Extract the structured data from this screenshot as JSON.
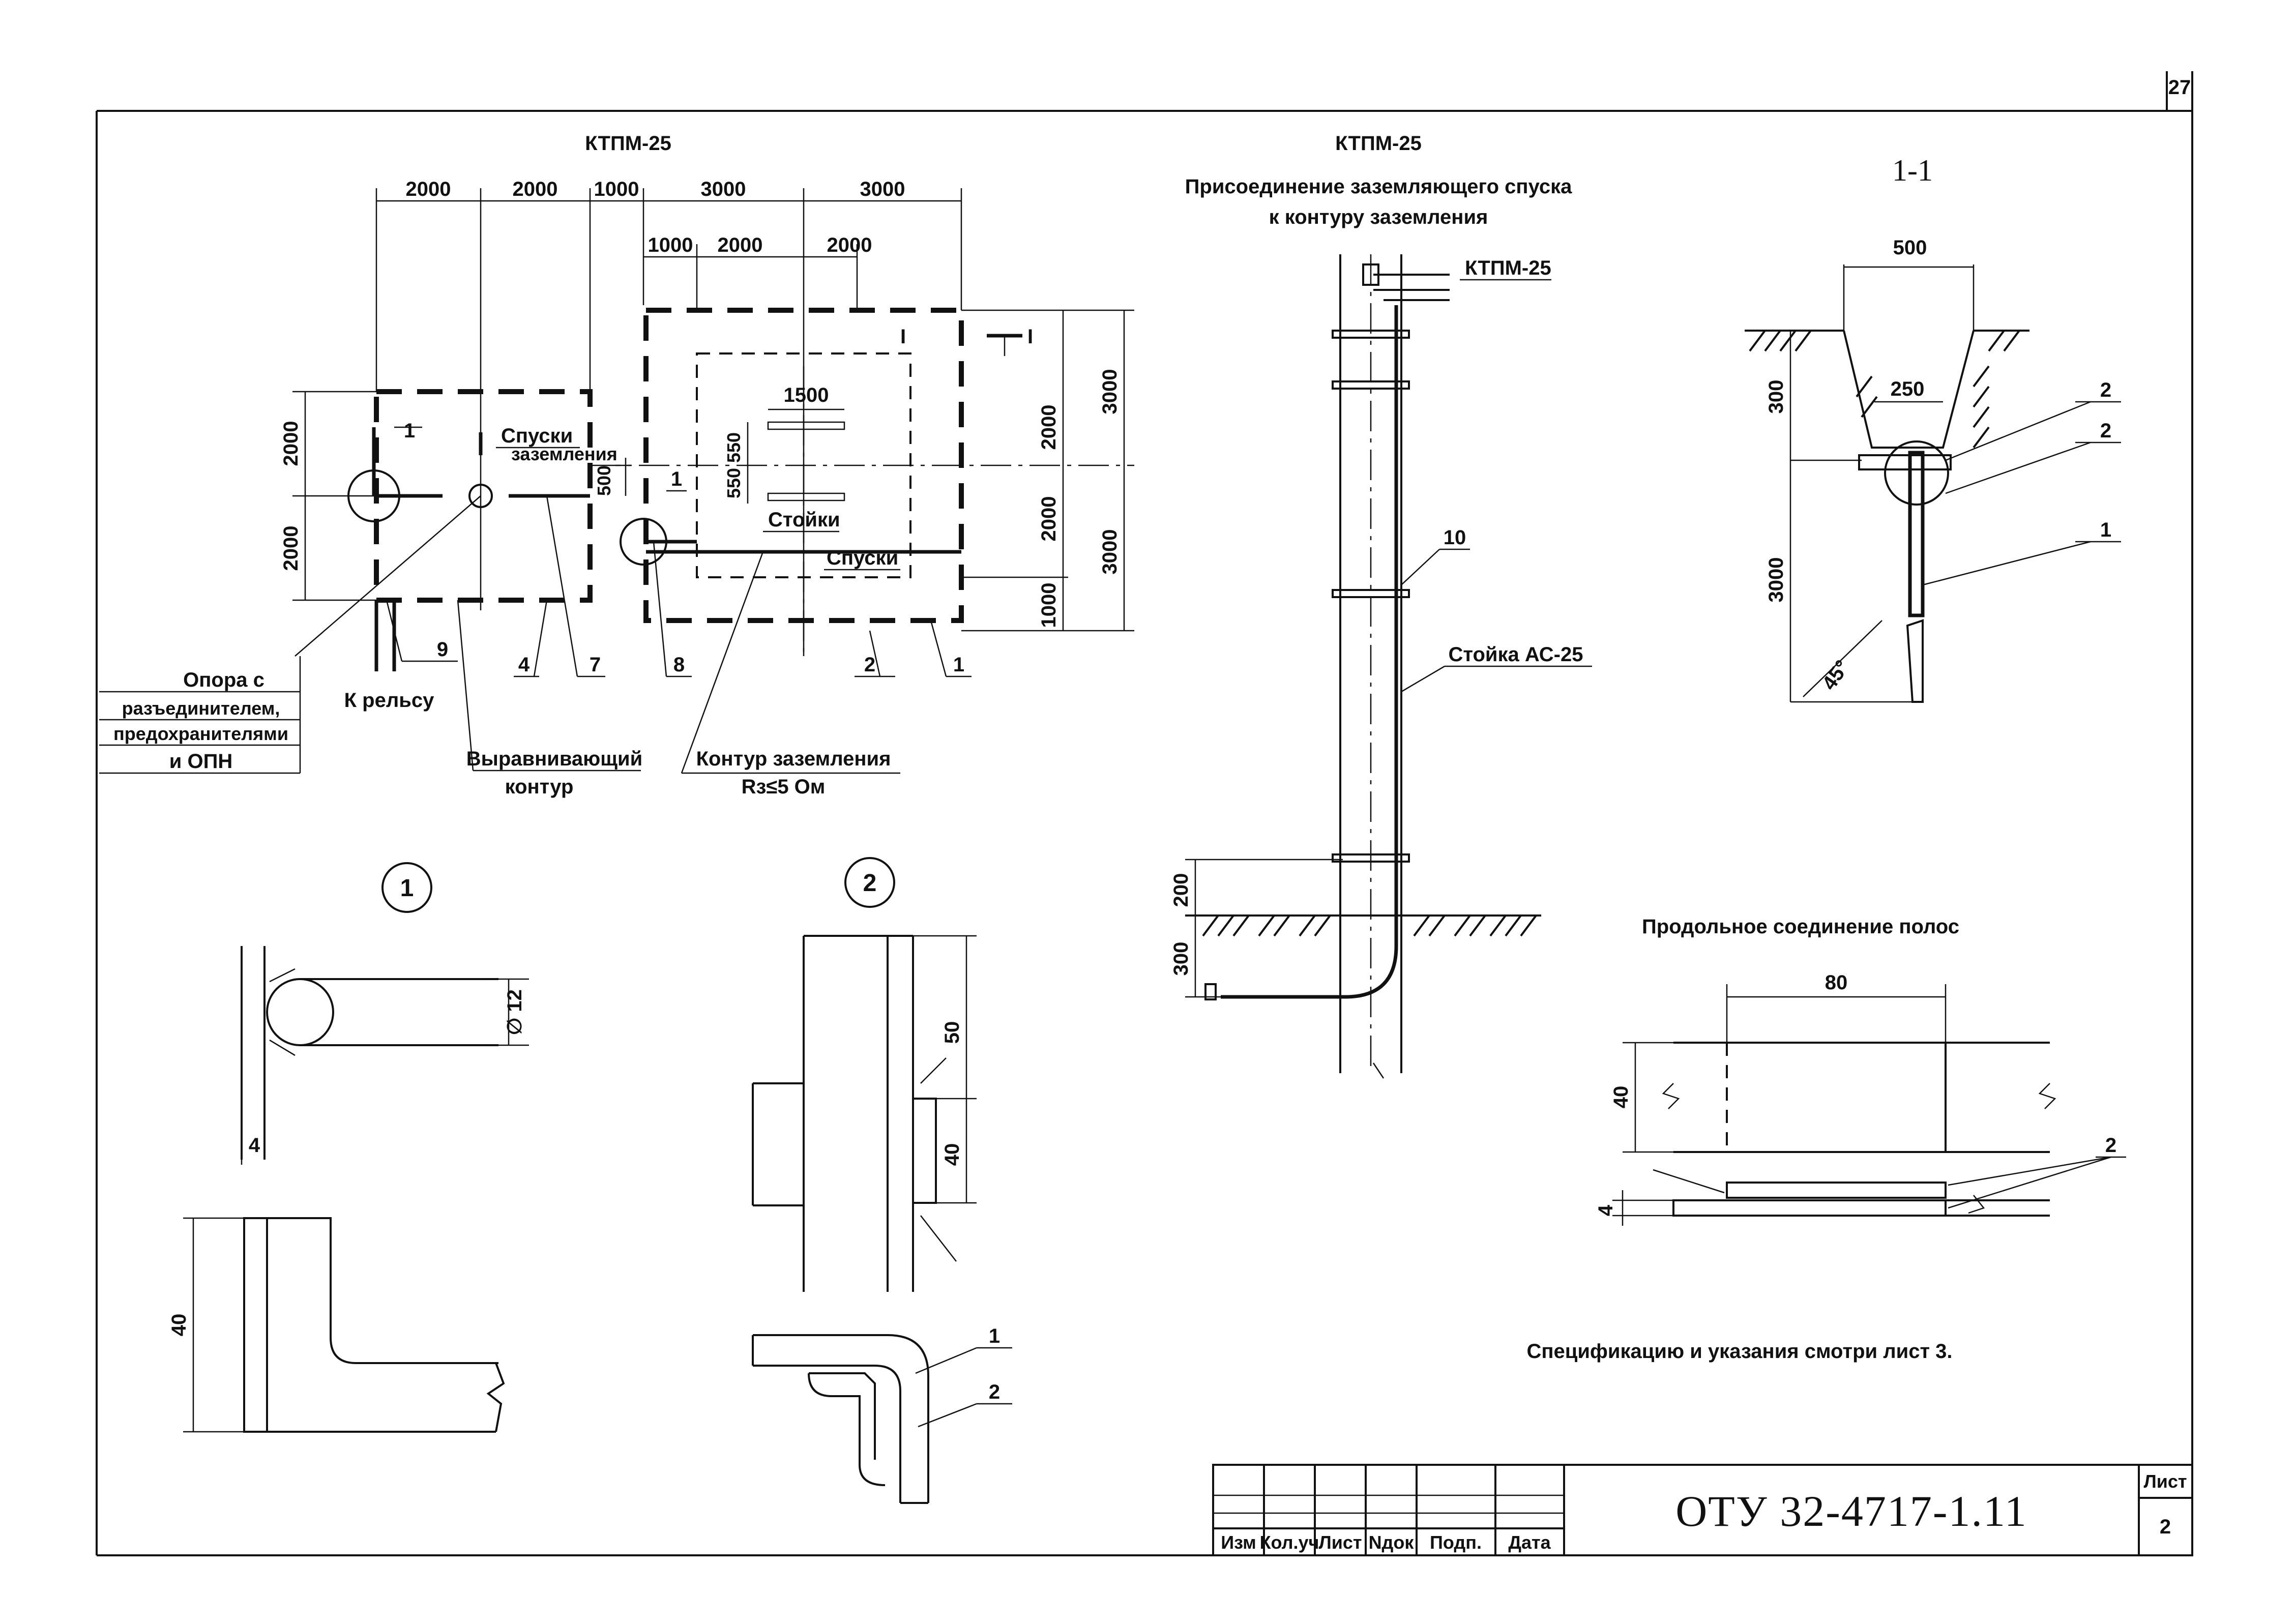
{
  "sheet": {
    "page_number": "27",
    "document_code": "ОТУ 32-4717-1.11",
    "sheet_label": "Лист",
    "sheet_number": "2",
    "title_block_headers": [
      "Изм",
      "Кол.уч",
      "Лист",
      "Nдок",
      "Подп.",
      "Дата"
    ]
  },
  "plan": {
    "title": "КТПМ-25",
    "dims_top": [
      "2000",
      "2000",
      "1000",
      "3000",
      "3000"
    ],
    "dims_second": [
      "1000",
      "2000",
      "2000"
    ],
    "dims_left": [
      "2000",
      "2000"
    ],
    "dims_right_inner": [
      "2000",
      "2000",
      "1000"
    ],
    "dims_right_outer": [
      "3000",
      "3000"
    ],
    "dim_1500": "1500",
    "dim_550a": "550",
    "dim_550b": "550",
    "dim_500": "500",
    "section_mark": "I",
    "label_spuski_zazem_1": "Спуски",
    "label_spuski_zazem_2": "заземления",
    "label_stoyki": "Стойки",
    "label_spuski": "Спуски",
    "opora_1": "Опора с",
    "opora_2": "разъединителем,",
    "opora_3": "предохранителями",
    "opora_4": "и ОПН",
    "k_relsu": "К рельсу",
    "vyravn_1": "Выравнивающий",
    "vyravn_2": "контур",
    "kontur_1": "Контур заземления",
    "kontur_2": "Rз≤5 Ом",
    "callouts": [
      "1",
      "1",
      "9",
      "4",
      "7",
      "8",
      "2",
      "1"
    ]
  },
  "elevation": {
    "title_1": "КТПМ-25",
    "title_2": "Присоединение заземляющего спуска",
    "title_3": "к контуру заземления",
    "label_ktpm": "КТПМ-25",
    "callout_10": "10",
    "label_stoyka": "Стойка АС-25",
    "dim_200": "200",
    "dim_300": "300"
  },
  "section_1_1": {
    "title": "1-1",
    "dim_500": "500",
    "dim_250": "250",
    "dim_300": "300",
    "dim_3000": "3000",
    "angle": "45°",
    "callouts": [
      "2",
      "2",
      "1"
    ]
  },
  "detail_1": {
    "marker": "1",
    "dim_d12": "∅ 12",
    "dim_4": "4",
    "dim_40": "40"
  },
  "detail_2": {
    "marker": "2",
    "dim_50": "50",
    "dim_40": "40",
    "callouts": [
      "1",
      "2"
    ]
  },
  "strip_joint": {
    "title": "Продольное соединение полос",
    "dim_80": "80",
    "dim_40": "40",
    "dim_4": "4",
    "callout": "2"
  },
  "note": "Спецификацию и указания смотри лист 3."
}
